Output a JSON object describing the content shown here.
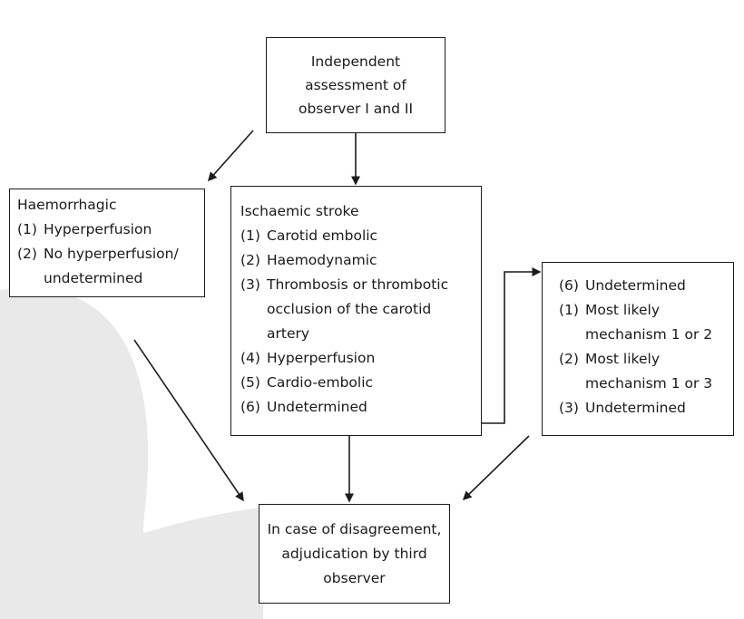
{
  "colors": {
    "line": "#1c1c1c",
    "watermark": "#e6e6e6",
    "background": "#ffffff"
  },
  "assessment_box": {
    "text": "Independent\nassessment of\nobserver I and II"
  },
  "haemorrhagic_box": {
    "title": "Haemorrhagic",
    "items": [
      {
        "num": "(1)",
        "label": "Hyperperfusion"
      },
      {
        "num": "(2)",
        "label": "No hyperperfusion/\nundetermined"
      }
    ]
  },
  "ischaemic_box": {
    "title": "Ischaemic stroke",
    "items": [
      {
        "num": "(1)",
        "label": "Carotid embolic"
      },
      {
        "num": "(2)",
        "label": "Haemodynamic"
      },
      {
        "num": "(3)",
        "label": "Thrombosis or thrombotic\nocclusion of the carotid\nartery"
      },
      {
        "num": "(4)",
        "label": "Hyperperfusion"
      },
      {
        "num": "(5)",
        "label": "Cardio-embolic"
      },
      {
        "num": "(6)",
        "label": "Undetermined"
      }
    ]
  },
  "undetermined_box": {
    "items": [
      {
        "num": "(6)",
        "label": "Undetermined"
      },
      {
        "num": "(1)",
        "label": "Most likely\nmechanism 1 or 2"
      },
      {
        "num": "(2)",
        "label": "Most likely\nmechanism 1 or 3"
      },
      {
        "num": "(3)",
        "label": "Undetermined"
      }
    ]
  },
  "adjudication_box": {
    "text": "In case of disagreement,\nadjudication by third\nobserver"
  }
}
